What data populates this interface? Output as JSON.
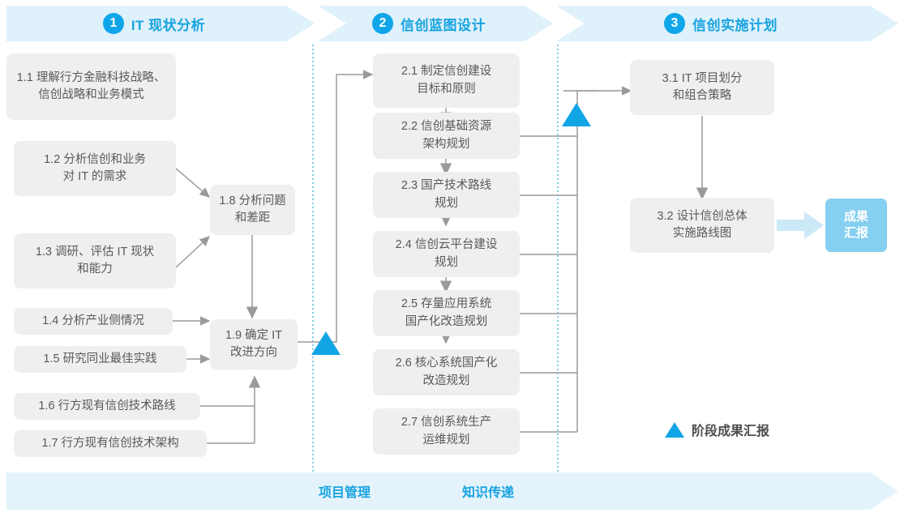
{
  "phases": [
    {
      "num": "1",
      "title": "IT 现状分析"
    },
    {
      "num": "2",
      "title": "信创蓝图设计"
    },
    {
      "num": "3",
      "title": "信创实施计划"
    }
  ],
  "nodes": {
    "n11": "1.1 理解行方金融科技战略、\n信创战略和业务模式",
    "n12": "1.2 分析信创和业务\n对 IT 的需求",
    "n13": "1.3 调研、评估 IT 现状\n和能力",
    "n14": "1.4 分析产业侧情况",
    "n15": "1.5 研究同业最佳实践",
    "n16": "1.6 行方现有信创技术路线",
    "n17": "1.7 行方现有信创技术架构",
    "n18": "1.8 分析问题\n和差距",
    "n19": "1.9 确定 IT\n改进方向",
    "n21": "2.1 制定信创建设\n目标和原则",
    "n22": "2.2 信创基础资源\n架构规划",
    "n23": "2.3 国产技术路线\n规划",
    "n24": "2.4 信创云平台建设\n规划",
    "n25": "2.5 存量应用系统\n国产化改造规划",
    "n26": "2.6 核心系统国产化\n改造规划",
    "n27": "2.7 信创系统生产\n运维规划",
    "n31": "3.1 IT 项目划分\n和组合策略",
    "n32": "3.2 设计信创总体\n实施路线图"
  },
  "result_badge": "成果\n汇报",
  "legend": {
    "label": "阶段成果汇报"
  },
  "bottom": {
    "left_label": "项目管理",
    "right_label": "知识传递"
  },
  "colors": {
    "accent": "#17a3e0",
    "accent_circle": "#0fa5e9",
    "band": "#dff1fb",
    "band_bottom": "#e4f3fb",
    "node_bg": "#efefef",
    "node_text": "#595959",
    "badge_bg": "#85cff0",
    "wire": "#9a9a9a",
    "milestone": "#12a5e5",
    "divider": "#48b8e8"
  }
}
